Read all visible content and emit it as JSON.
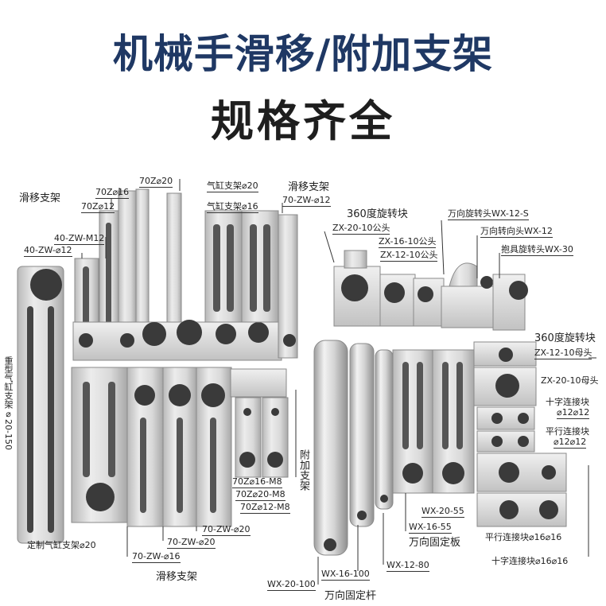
{
  "header": {
    "title_line1": "机械手滑移/附加支架",
    "title_line2": "规格齐全"
  },
  "labels": {
    "slide_bracket_top": "滑移支架",
    "70z_phi20": "70Z⌀20",
    "70z_phi16": "70Z⌀16",
    "70z_phi12": "70Z⌀12",
    "cyl_bracket_phi20": "气缸支架⌀20",
    "cyl_bracket_phi16": "气缸支架⌀16",
    "slide_bracket_top2": "滑移支架",
    "70zw_phi12": "70-ZW-⌀12",
    "40zw_m12": "40-ZW-M12",
    "40zw_phi12": "40-ZW-⌀12",
    "heavy_cyl_bracket": "重型气缸支架⌀20-150",
    "custom_cyl_bracket": "定制气缸支架⌀20",
    "70zw_phi16": "70-ZW-⌀16",
    "70zw_phi20_a": "70-ZW-⌀20",
    "70zw_phi20_b": "70-ZW-⌀20",
    "slide_bracket_bottom": "滑移支架",
    "70z_phi16_m8": "70Z⌀16-M8",
    "70z_phi20_m8": "70Z⌀20-M8",
    "70z_phi12_m8": "70Z⌀12-M8",
    "extra_bracket": "附加支架",
    "rot360_top": "360度旋转块",
    "zx20_10_male": "ZX-20-10公头",
    "zx16_10_male": "ZX-16-10公头",
    "zx12_10_male": "ZX-12-10公头",
    "wx12s": "万向旋转头WX-12-S",
    "wx12": "万向转向头WX-12",
    "wx30": "抱具旋转头WX-30",
    "rot360_right": "360度旋转块",
    "zx12_10_female": "ZX-12-10母头",
    "zx20_10_female": "ZX-20-10母头",
    "cross_block_12": "十字连接块",
    "cross_block_12_spec": "⌀12⌀12",
    "parallel_block_12": "平行连接块",
    "parallel_block_12_spec": "⌀12⌀12",
    "wx20_55": "WX-20-55",
    "wx16_55": "WX-16-55",
    "universal_plate": "万向固定板",
    "parallel_block_16": "平行连接块⌀16⌀16",
    "cross_block_16": "十字连接块⌀16⌀16",
    "wx12_80": "WX-12-80",
    "wx16_100": "WX-16-100",
    "wx20_100": "WX-20-100",
    "universal_rod": "万向固定杆"
  },
  "colors": {
    "title_blue": "#1f3864",
    "title_dark": "#1e1e1e",
    "metal_light": "#e6e6e6",
    "metal_mid": "#c8c8c8",
    "metal_dark": "#7a7a7a",
    "hole": "#3a3a3a"
  }
}
